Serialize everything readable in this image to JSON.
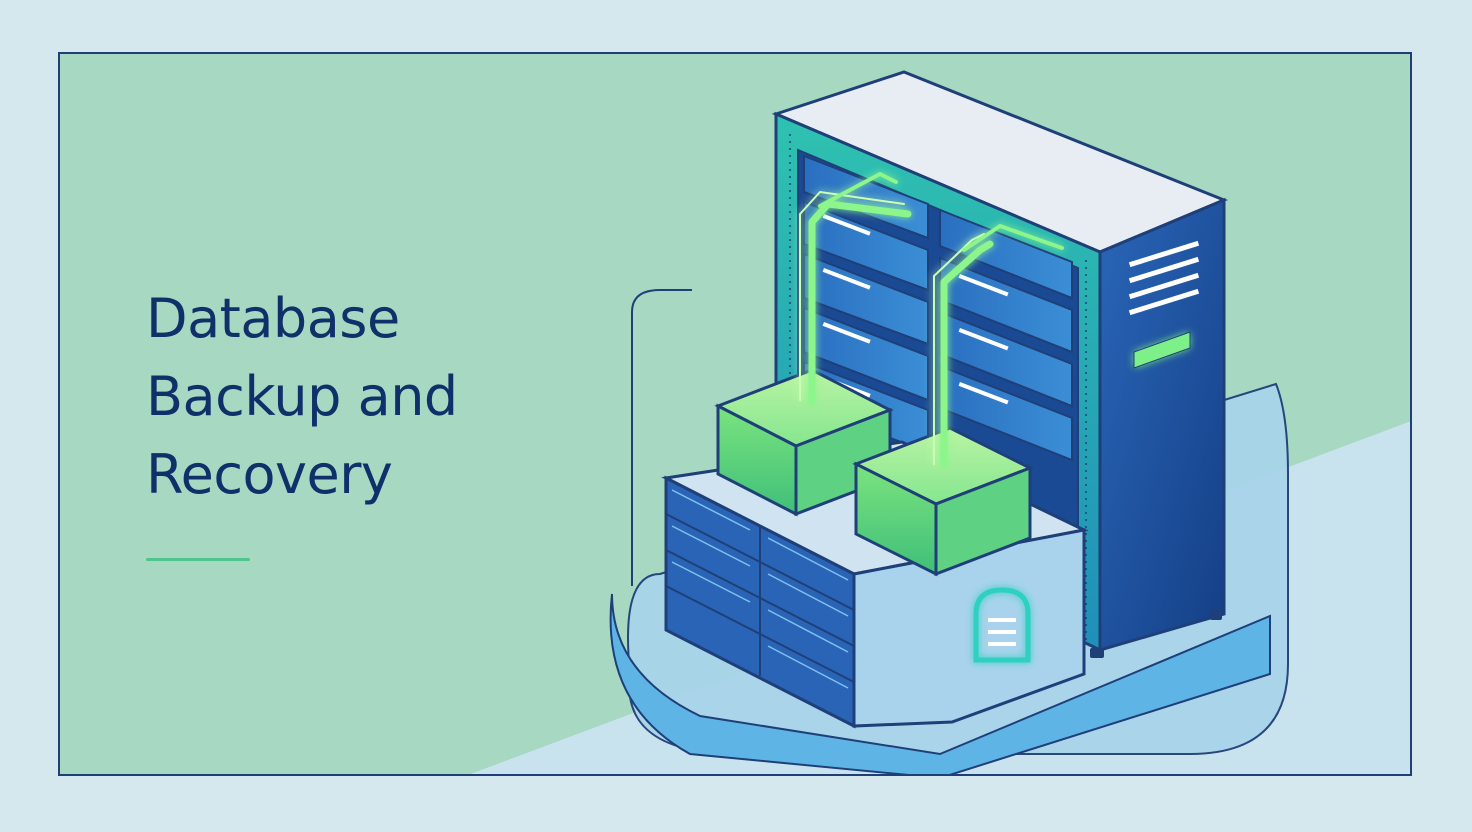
{
  "title": {
    "line1": "Database",
    "line2": "Backup and",
    "line3": "Recovery"
  },
  "colors": {
    "page_background": "#d4e8ee",
    "panel_green": "#a7d8c2",
    "panel_blue_band": "#c9e3ee",
    "frame_border": "#1f3f78",
    "title_text": "#10306a",
    "accent_rule": "#4fc48d",
    "server_blue": "#1f58a8",
    "server_teal": "#2fc2b0",
    "backup_glow_green": "#7ef08a"
  },
  "illustration": {
    "subject": "server rack with storage array and backup boxes",
    "icons": [
      "server-rack-icon",
      "storage-array-icon",
      "backup-box-icon",
      "lock-shield-icon"
    ]
  }
}
